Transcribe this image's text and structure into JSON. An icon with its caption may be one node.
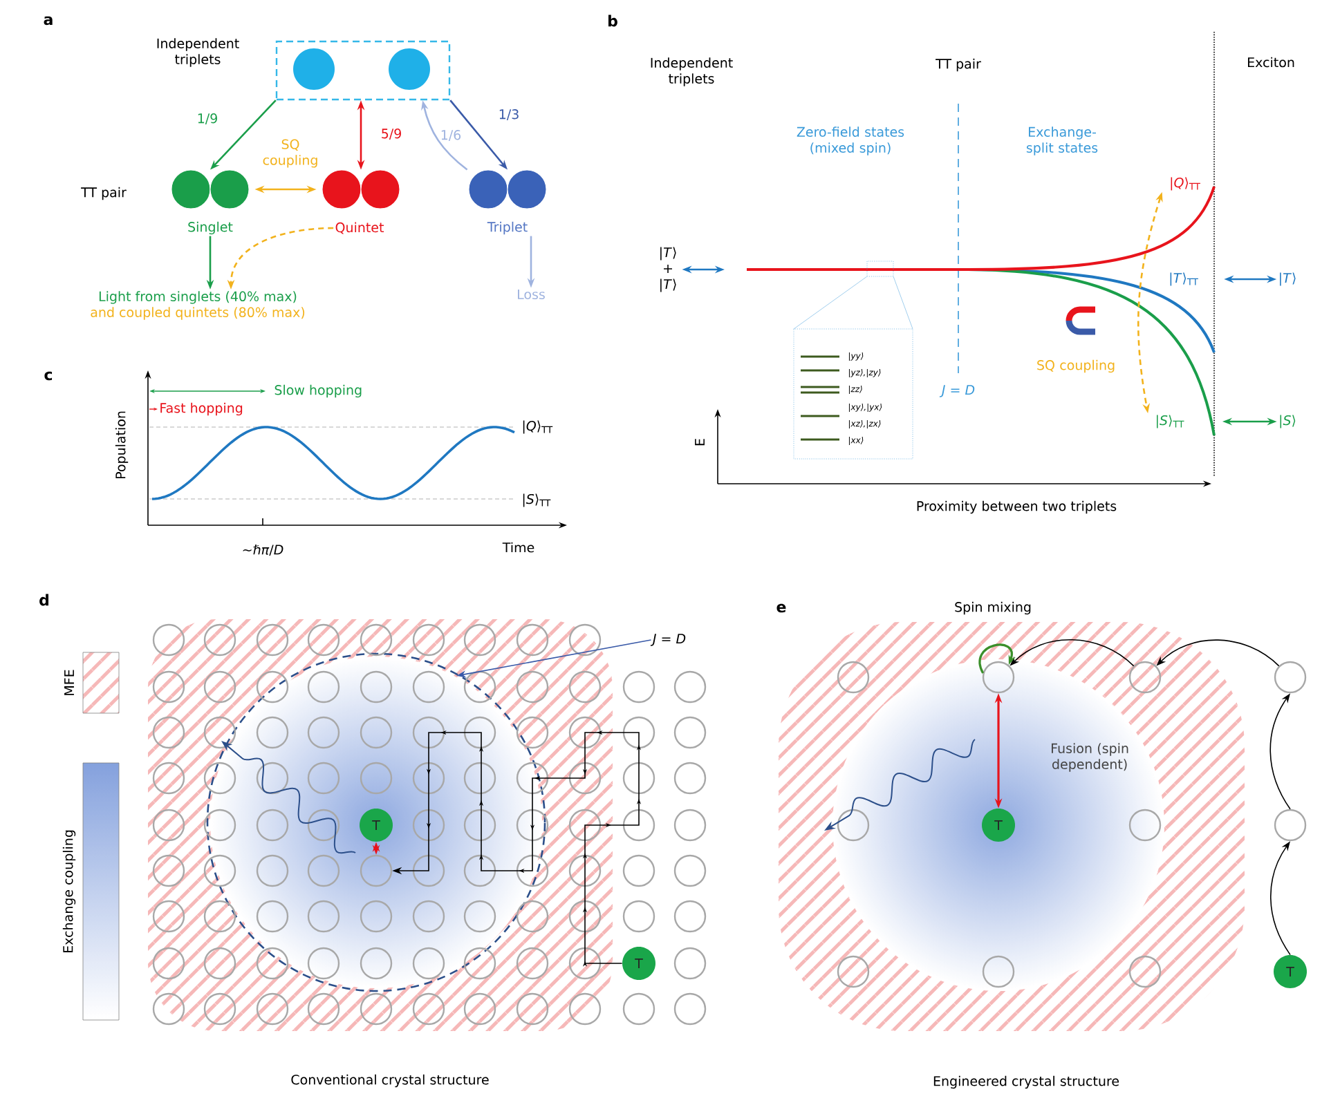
{
  "diagram": {
    "nodes": [
      {
        "text": [],
        "shape": "box",
        "beside": [
          "Independent triplets"
        ]
      },
      {
        "text": [],
        "shape": "circle",
        "in": 0
      },
      {
        "text": [],
        "shape": "circle",
        "in": 0
      },
      {
        "text": [],
        "shape": "circle",
        "beside": [
          "Singlet"
        ]
      },
      {
        "text": [],
        "shape": "circle",
        "beside": [
          "Quintet"
        ]
      },
      {
        "text": [],
        "shape": "circle",
        "beside": [
          "Triplet"
        ]
      },
      {
        "text": [
          "Light from singlets (40% max)",
          "and coupled quintets (80% max)"
        ]
      },
      {
        "text": [
          "Loss"
        ]
      },
      {
        "text": [
          "|*T*⟩ + |*T*⟩"
        ]
      },
      {
        "text": [
          "|*Q*⟩$_{TT}$"
        ]
      },
      {
        "text": [
          "|*S*⟩$_{TT}$"
        ]
      },
      {
        "text": [
          "|*T*⟩"
        ]
      },
      {
        "text": [
          "|*S*⟩"
        ]
      },
      {
        "text": [
          "*J* = *D*"
        ]
      },
      {
        "text": [
          "T"
        ]
      },
      {
        "text": [],
        "shape": "circle"
      },
      {
        "text": [
          "T"
        ]
      },
      {
        "text": [],
        "shape": "circle"
      },
      {
        "text": [],
        "shape": "circle"
      },
      {
        "text": [],
        "shape": "circle"
      },
      {
        "text": [
          "T"
        ]
      },
      {
        "text": [],
        "shape": "circle"
      },
      {
        "text": [
          "T"
        ]
      },
      {
        "text": [
          "|*T*⟩$_{TT}$"
        ]
      }
    ],
    "edges": [
      {
        "from": 0,
        "to": 3,
        "arrow": "to",
        "label": "1/9",
        "color": "#1a9e4a"
      },
      {
        "from": 0,
        "to": 4,
        "arrow": "both",
        "label": "5/9",
        "color": "#e8141c"
      },
      {
        "from": 0,
        "to": 5,
        "arrow": "to",
        "label": "1/3",
        "color": "#3a5aa8"
      },
      {
        "from": 5,
        "to": 0,
        "arrow": "to",
        "label": "1/6",
        "color": "#9fb3df"
      },
      {
        "from": 3,
        "to": 4,
        "arrow": "both",
        "label": "SQ coupling",
        "color": "#f2b21c"
      },
      {
        "from": 3,
        "to": 6,
        "arrow": "to",
        "color": "#1a9e4a"
      },
      {
        "from": 4,
        "to": 6,
        "arrow": "to",
        "style": "dashed",
        "color": "#f2b21c"
      },
      {
        "from": 5,
        "to": 7,
        "arrow": "to",
        "color": "#9fb3df"
      },
      {
        "from": 8,
        "to": null,
        "arrow": "both",
        "color": "#1f78c1"
      },
      {
        "from": 23,
        "to": 11,
        "arrow": "both",
        "color": "#1f78c1"
      },
      {
        "from": 10,
        "to": 12,
        "arrow": "both",
        "color": "#1a9e4a"
      },
      {
        "from": 9,
        "to": 10,
        "arrow": "both",
        "label": "SQ coupling",
        "style": "dashed",
        "color": "#f2b21c"
      },
      {
        "from": 13,
        "to": null,
        "arrow": "to",
        "color": "#3a5aa8"
      },
      {
        "from": 16,
        "to": 15,
        "arrow": "to"
      },
      {
        "from": 14,
        "to": 15,
        "arrow": "both",
        "color": "#e8141c"
      },
      {
        "from": 22,
        "to": 21,
        "arrow": "to"
      },
      {
        "from": 21,
        "to": 19,
        "arrow": "to"
      },
      {
        "from": 19,
        "to": 18,
        "arrow": "to"
      },
      {
        "from": 18,
        "to": 17,
        "arrow": "to"
      },
      {
        "from": 20,
        "to": 17,
        "arrow": "both",
        "label": "Fusion (spin dependent)",
        "color": "#e8141c"
      },
      {
        "from": 17,
        "to": 17,
        "arrow": "to",
        "color": "#3a8f2a"
      }
    ],
    "labels": [
      "a",
      "TT pair",
      "b",
      "Independent triplets",
      "TT pair",
      "Exciton",
      "Zero-field states (mixed spin)",
      "Exchange-split states",
      "|yy⟩",
      "|yz⟩,|zy⟩",
      "|zz⟩",
      "|xy⟩,|yx⟩",
      "|xz⟩,|zx⟩",
      "|xx⟩",
      "*J* = *D*",
      "E",
      "Proximity between two triplets",
      "c",
      "Slow hopping",
      "Fast hopping",
      "Population",
      "|*Q*⟩$_{TT}$",
      "|*S*⟩$_{TT}$",
      "~*ℏπ*/*D*",
      "Time",
      "d",
      "e",
      "Spin mixing",
      "Conventional crystal structure",
      "Engineered crystal structure"
    ],
    "legend": [
      {
        "text": "MFE"
      },
      {
        "text": "Exchange coupling"
      }
    ]
  }
}
